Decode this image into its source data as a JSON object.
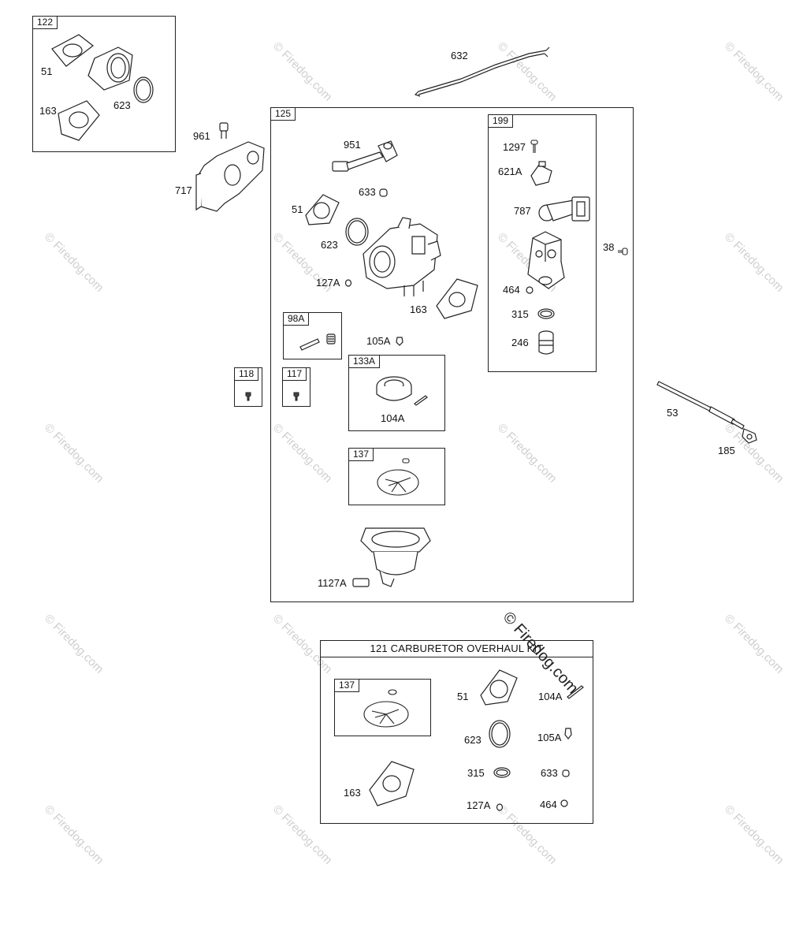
{
  "watermark": {
    "text": "© Firedog.com"
  },
  "boxes": {
    "kit122": "122",
    "carb125": "125",
    "kit199": "199",
    "kit98a": "98A",
    "kit118": "118",
    "kit117": "117",
    "kit133a": "133A",
    "kit137": "137",
    "overhaul_title": "121 CARBURETOR OVERHAUL KIT",
    "overhaul137": "137"
  },
  "labels": {
    "p51_kit": "51",
    "p163_kit": "163",
    "p623_kit": "623",
    "p632": "632",
    "p961": "961",
    "p717": "717",
    "p951": "951",
    "p633": "633",
    "p51": "51",
    "p623": "623",
    "p127a": "127A",
    "p163": "163",
    "p105a": "105A",
    "p104a": "104A",
    "p1127a": "1127A",
    "p1297": "1297",
    "p621a": "621A",
    "p787": "787",
    "p464": "464",
    "p315": "315",
    "p246": "246",
    "p38": "38",
    "p53": "53",
    "p185": "185",
    "o51": "51",
    "o104a": "104A",
    "o623": "623",
    "o105a": "105A",
    "o315": "315",
    "o633": "633",
    "o163": "163",
    "o127a": "127A",
    "o464": "464"
  }
}
